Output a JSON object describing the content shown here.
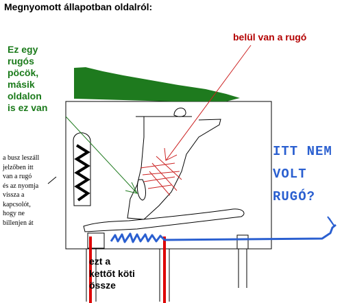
{
  "title": "Megnyomott állapotban oldalról:",
  "annotations": {
    "red_label": "belül van a rugó",
    "green_label": "Ez egy\nrugós\npöcök,\nmásik\noldalon\nis ez van",
    "black_label": "a busz leszáll\njelzőben itt\nvan a rugó\nés az nyomja\nvissza a\nkapcsolót,\nhogy ne\nbillenjen át",
    "bottom_label": "ezt a\nkettőt köti\nössze",
    "blue_label": "ITT NEM\nVOLT\nRUGÓ?"
  },
  "colors": {
    "outline": "#000000",
    "green_lever": "#1e7a1e",
    "red_annotation": "#cc2222",
    "red_pin": "#dd0000",
    "blue_annotation": "#2a5fd0"
  }
}
